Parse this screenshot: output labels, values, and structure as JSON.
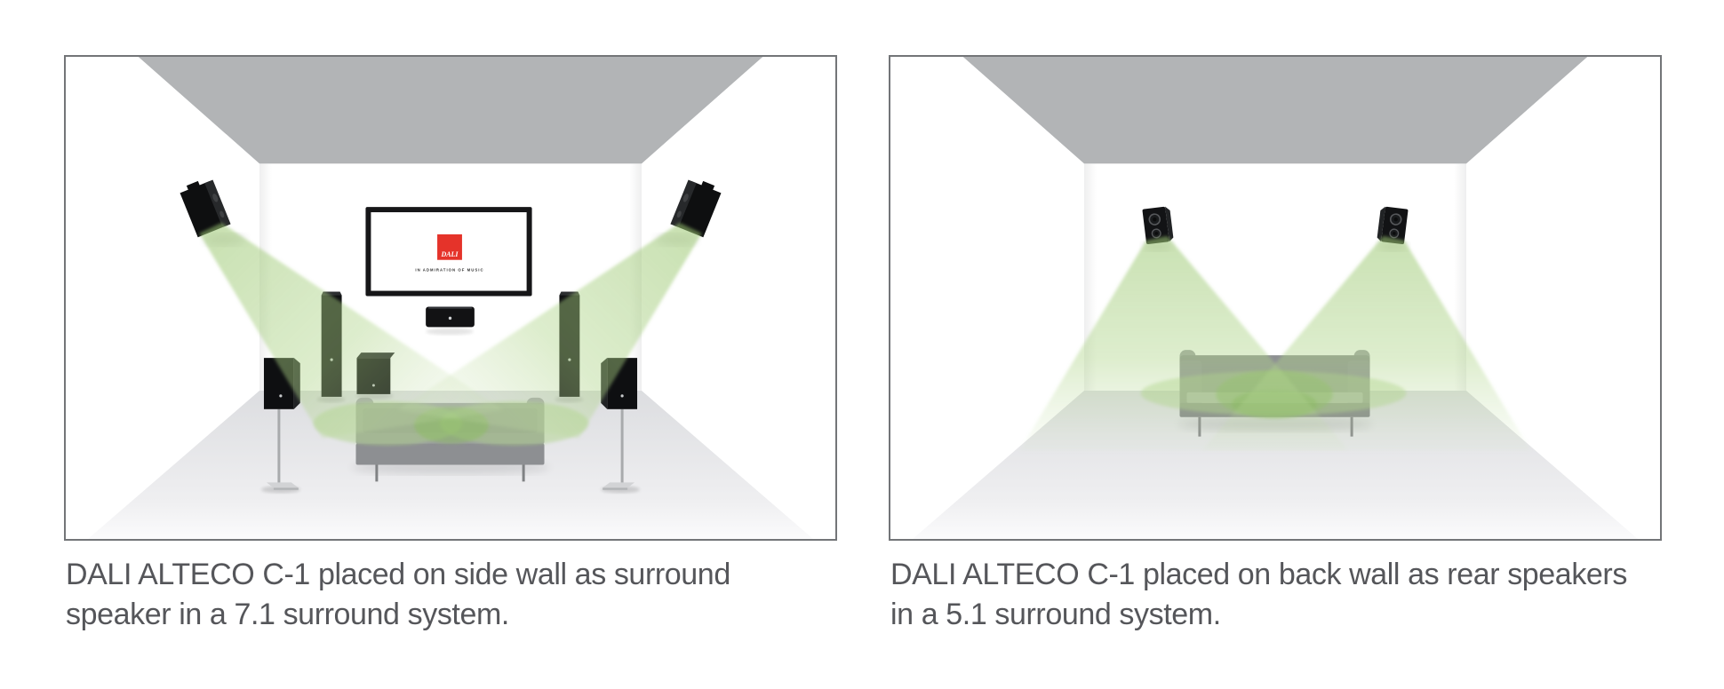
{
  "page": {
    "background": "#ffffff"
  },
  "colors": {
    "panel-border": "#737578",
    "caption-gray": "#55565a",
    "ceiling-gray": "#b2b4b6",
    "floor-gray": "#dedfe1",
    "beam-green": "#9cc873",
    "ellipse-green": "#aed488",
    "logo-red": "#e5332a"
  },
  "figures": [
    {
      "id": "side-wall-7-1",
      "system": "7.1",
      "caption_lines": [
        "DALI ALTECO C-1 placed on side wall as surround",
        "speaker in a 7.1 surround system."
      ]
    },
    {
      "id": "back-wall-5-1",
      "system": "5.1",
      "caption_lines": [
        "DALI ALTECO C-1 placed on back wall as rear speakers",
        "in a 5.1 surround system."
      ]
    }
  ],
  "tv_screen": {
    "logo_text": "DALI",
    "tagline": "IN ADMIRATION OF MUSIC"
  }
}
